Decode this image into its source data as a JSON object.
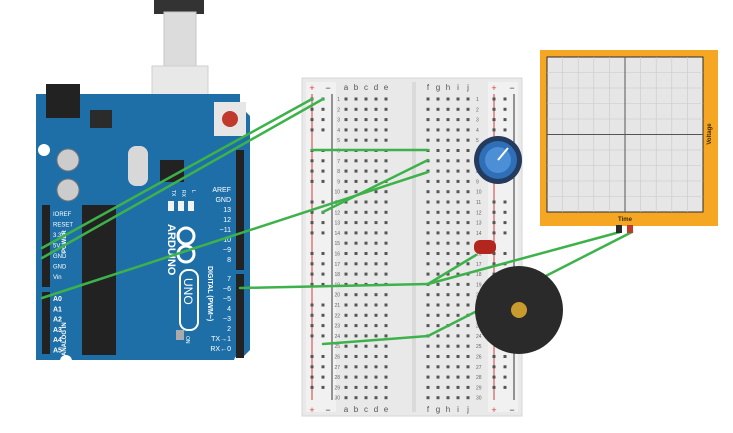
{
  "arduino": {
    "left_header_pins": [
      "IOREF",
      "RESET",
      "3.3V",
      "5V",
      "GND",
      "GND",
      "Vin"
    ],
    "analog_pins": [
      "A0",
      "A1",
      "A2",
      "A3",
      "A4",
      "A5"
    ],
    "right_header_pins": [
      "AREF",
      "GND",
      "13",
      "12",
      "~11",
      "~10",
      "~9",
      "8"
    ],
    "digital_pins_lower": [
      "7",
      "~6",
      "~5",
      "4",
      "~3",
      "2",
      "TX→1",
      "RX←0"
    ],
    "board_name": "ARDUINO",
    "model": "UNO",
    "power_label": "POWER",
    "analog_label": "ANALOG IN",
    "digital_label": "DIGITAL (PWM~)",
    "led_labels": [
      "TX",
      "RX",
      "L"
    ],
    "on_label": "ON"
  },
  "breadboard": {
    "columns_left": [
      "a",
      "b",
      "c",
      "d",
      "e"
    ],
    "columns_right": [
      "f",
      "g",
      "h",
      "i",
      "j"
    ],
    "rail_plus": "+",
    "rail_minus": "−",
    "rows": 30
  },
  "oscilloscope": {
    "x_label": "Time",
    "y_label": "Voltage"
  },
  "colors": {
    "board": "#1e6fa7",
    "wire": "#3db24a",
    "oscilloscope_frame": "#f5a623",
    "breadboard": "#e9e9e9",
    "potentiometer": "#2f6fb7",
    "buzzer": "#2a2a2a",
    "led": "#b3261e"
  },
  "components": [
    "usb-cable",
    "potentiometer",
    "led",
    "piezo-buzzer"
  ]
}
